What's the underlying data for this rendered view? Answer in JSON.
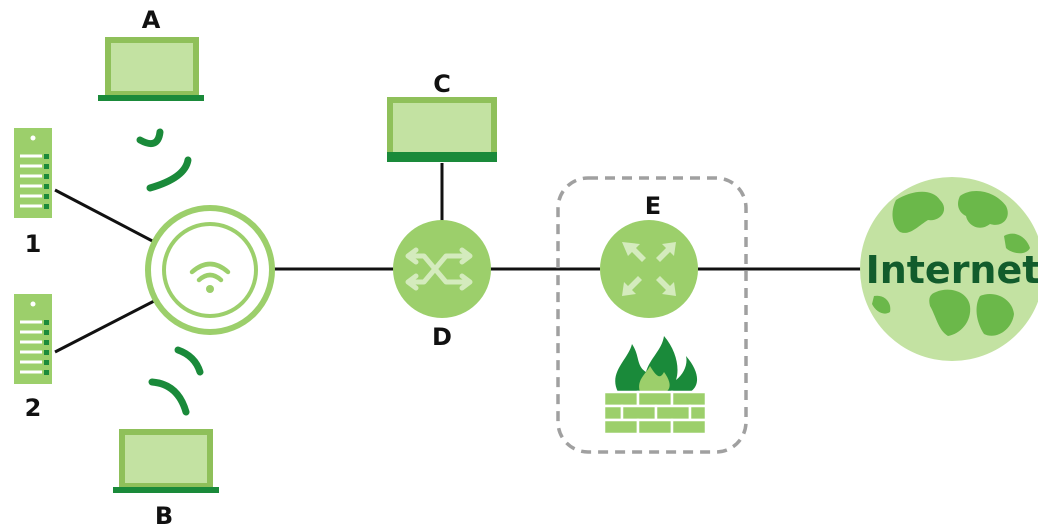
{
  "labels": {
    "laptop_a": "A",
    "laptop_b": "B",
    "server_1": "1",
    "server_2": "2",
    "computer_c": "C",
    "switch_d": "D",
    "router_e": "E",
    "internet": "Internet"
  },
  "colors": {
    "light_green": "#9ccf6b",
    "pale_green": "#c3e2a2",
    "dark_green": "#1a8a3a",
    "mid_green": "#6bb84a",
    "line": "#111111",
    "dashed_box": "#a0a0a0"
  },
  "icons": {
    "access_point": "wifi-access-point-icon",
    "server": "server-icon",
    "laptop": "laptop-icon",
    "monitor": "monitor-icon",
    "switch": "switch-icon",
    "router": "router-icon",
    "firewall": "firewall-icon",
    "globe": "globe-icon",
    "signal": "wifi-signal-icon"
  }
}
